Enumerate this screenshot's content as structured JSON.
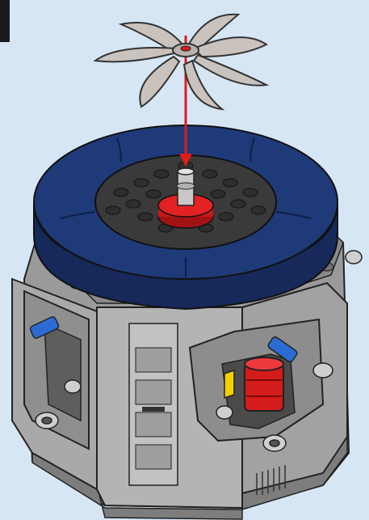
{
  "scene": {
    "background_color": "#d6e6f5",
    "panel_color": "#1a1a1a"
  },
  "illustration": {
    "icon": "lego-build-instruction-icon",
    "parts": [
      {
        "name": "fan-propeller",
        "color": "#c9c2bd",
        "blades": 7
      },
      {
        "name": "assembly-arrow",
        "color": "#e01b1b"
      },
      {
        "name": "dark-blue-tire",
        "color": "#1f3a78"
      },
      {
        "name": "dark-gray-plate-with-studs",
        "color": "#3a3a3a"
      },
      {
        "name": "red-round-plate",
        "color": "#d61b1b"
      },
      {
        "name": "light-gray-axle",
        "color": "#c8c8c8"
      },
      {
        "name": "octagonal-gray-housing",
        "color": "#8c8c8c"
      },
      {
        "name": "blue-connector-pins",
        "color": "#2d6bd4"
      },
      {
        "name": "red-motor-cylinder",
        "color": "#d61b1b"
      },
      {
        "name": "yellow-element",
        "color": "#f5d000"
      }
    ]
  }
}
